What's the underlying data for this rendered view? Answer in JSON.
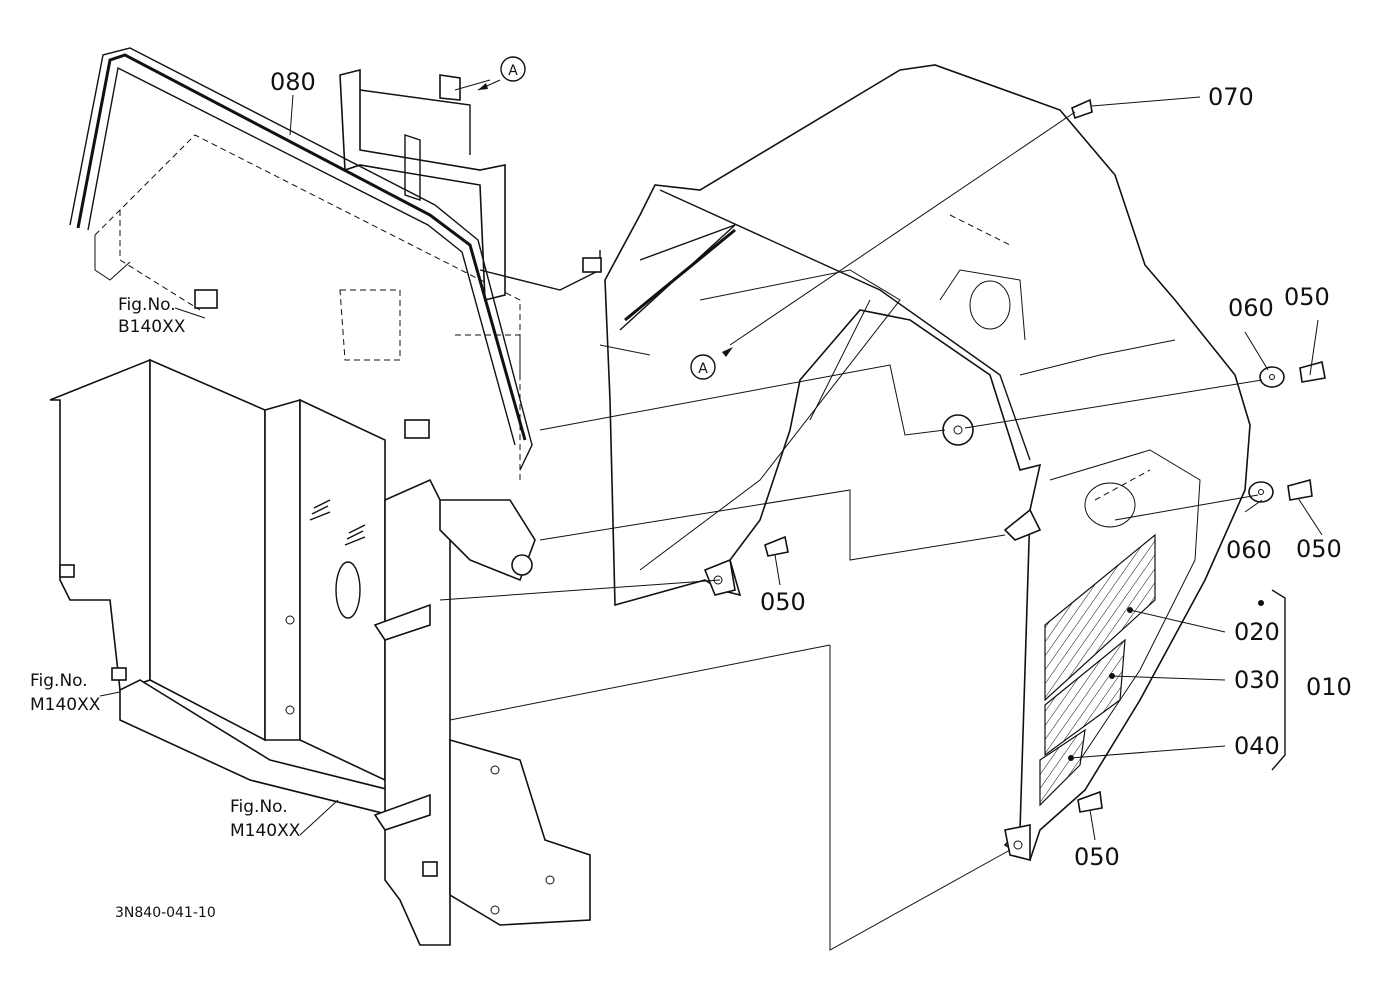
{
  "drawing_id": "3N840-041-10",
  "callout_marker": "A",
  "parts": {
    "p010": "010",
    "p020": "020",
    "p030": "030",
    "p040": "040",
    "p050": "050",
    "p060": "060",
    "p070": "070",
    "p080": "080"
  },
  "references": {
    "fig_no_label": "Fig.No.",
    "fig_b": "B140XX",
    "fig_m": "M140XX"
  }
}
